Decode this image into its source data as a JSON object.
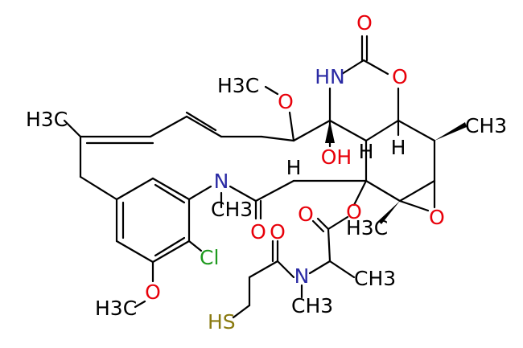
{
  "labels": {
    "o_carbonyl_top": "O",
    "hn": "HN",
    "o_ring_carbamate": "O",
    "h3c_methoxy_top": "H3C",
    "o_methoxy_top": "O",
    "ch3_right": "CH3",
    "h_right": "H",
    "h3c_left": "H3C",
    "oh": "OH",
    "h_mid": "H",
    "h_left": "H",
    "n_amide": "N",
    "ch3_nmethyl": "CH3",
    "o_amide": "O",
    "o_ester_left": "O",
    "o_ester_right": "O",
    "h3c_epoxide": "H3C",
    "o_epoxide": "O",
    "cl": "Cl",
    "o_thio_carbonyl": "O",
    "n_side": "N",
    "ch3_alpha": "CH3",
    "ch3_n_side": "CH3",
    "o_methoxy_bottom": "O",
    "h3c_methoxy_bottom": "H3C",
    "hs": "HS"
  },
  "colors": {
    "carbon": "#000000",
    "oxygen": "#e8000a",
    "nitrogen": "#2a2aa4",
    "chlorine": "#1f9a1f",
    "sulfur": "#8a7a10"
  }
}
